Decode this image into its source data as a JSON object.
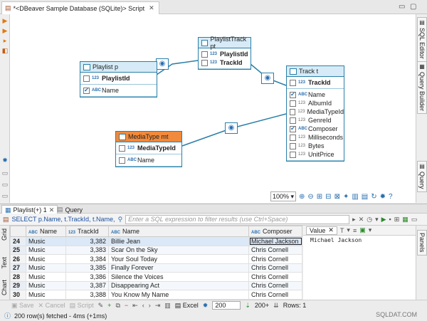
{
  "editor": {
    "tab_title": "*<DBeaver Sample Database (SQLite)> Script",
    "close_glyph": "✕"
  },
  "right_tabs": {
    "sql_editor": "SQL Editor",
    "query_builder": "Query Builder",
    "query": "Query"
  },
  "diagram": {
    "tables": {
      "playlist": {
        "title": "Playlist p",
        "fields": [
          {
            "name": "PlaylistId",
            "type": "123",
            "checked": false,
            "key": true
          },
          {
            "name": "Name",
            "type": "ABC",
            "checked": true,
            "key": false
          }
        ]
      },
      "playlisttrack": {
        "title": "PlaylistTrack pt",
        "fields": [
          {
            "name": "PlaylistId",
            "type": "123",
            "checked": false,
            "key": true
          },
          {
            "name": "TrackId",
            "type": "123",
            "checked": false,
            "key": true
          }
        ]
      },
      "track": {
        "title": "Track t",
        "fields": [
          {
            "name": "TrackId",
            "type": "123",
            "checked": false,
            "key": true
          },
          {
            "name": "Name",
            "type": "ABC",
            "checked": true,
            "key": false
          },
          {
            "name": "AlbumId",
            "type": "123",
            "checked": false,
            "key": false
          },
          {
            "name": "MediaTypeId",
            "type": "123",
            "checked": false,
            "key": false
          },
          {
            "name": "GenreId",
            "type": "123",
            "checked": false,
            "key": false
          },
          {
            "name": "Composer",
            "type": "ABC",
            "checked": true,
            "key": false
          },
          {
            "name": "Milliseconds",
            "type": "123",
            "checked": false,
            "key": false
          },
          {
            "name": "Bytes",
            "type": "123",
            "checked": false,
            "key": false
          },
          {
            "name": "UnitPrice",
            "type": "123",
            "checked": false,
            "key": false
          }
        ]
      },
      "mediatype": {
        "title": "MediaType mt",
        "fields": [
          {
            "name": "MediaTypeId",
            "type": "123",
            "checked": false,
            "key": true
          },
          {
            "name": "Name",
            "type": "ABC",
            "checked": false,
            "key": false
          }
        ]
      }
    },
    "zoom": "100%"
  },
  "results": {
    "tab_active": "Playlist(+) 1",
    "tab_query": "Query",
    "filter_query": "SELECT p.Name, t.TrackId, t.Name,",
    "filter_placeholder": "Enter a SQL expression to filter results (use Ctrl+Space)",
    "side_tabs": {
      "grid": "Grid",
      "text": "Text",
      "chart": "Chart"
    },
    "columns": [
      "Name",
      "TrackId",
      "Name",
      "Composer"
    ],
    "rows": [
      {
        "n": "24",
        "name": "Music",
        "trackid": "3,382",
        "track": "Billie Jean",
        "composer": "Michael Jackson"
      },
      {
        "n": "25",
        "name": "Music",
        "trackid": "3,383",
        "track": "Scar On the Sky",
        "composer": "Chris Cornell"
      },
      {
        "n": "26",
        "name": "Music",
        "trackid": "3,384",
        "track": "Your Soul Today",
        "composer": "Chris Cornell"
      },
      {
        "n": "27",
        "name": "Music",
        "trackid": "3,385",
        "track": "Finally Forever",
        "composer": "Chris Cornell"
      },
      {
        "n": "28",
        "name": "Music",
        "trackid": "3,386",
        "track": "Silence the Voices",
        "composer": "Chris Cornell"
      },
      {
        "n": "29",
        "name": "Music",
        "trackid": "3,387",
        "track": "Disappearing Act",
        "composer": "Chris Cornell"
      },
      {
        "n": "30",
        "name": "Music",
        "trackid": "3,388",
        "track": "You Know My Name",
        "composer": "Chris Cornell"
      }
    ],
    "value_panel": {
      "tab": "Value",
      "value": "Michael Jackson"
    },
    "panels_tab": "Panels"
  },
  "grid_toolbar": {
    "save": "Save",
    "cancel": "Cancel",
    "script": "Script",
    "excel": "Excel",
    "fetch_size": "200",
    "fetch_more": "200+",
    "rows": "Rows: 1"
  },
  "status": {
    "message": "200 row(s) fetched - 4ms (+1ms)"
  },
  "watermark": "SQLDAT.COM"
}
